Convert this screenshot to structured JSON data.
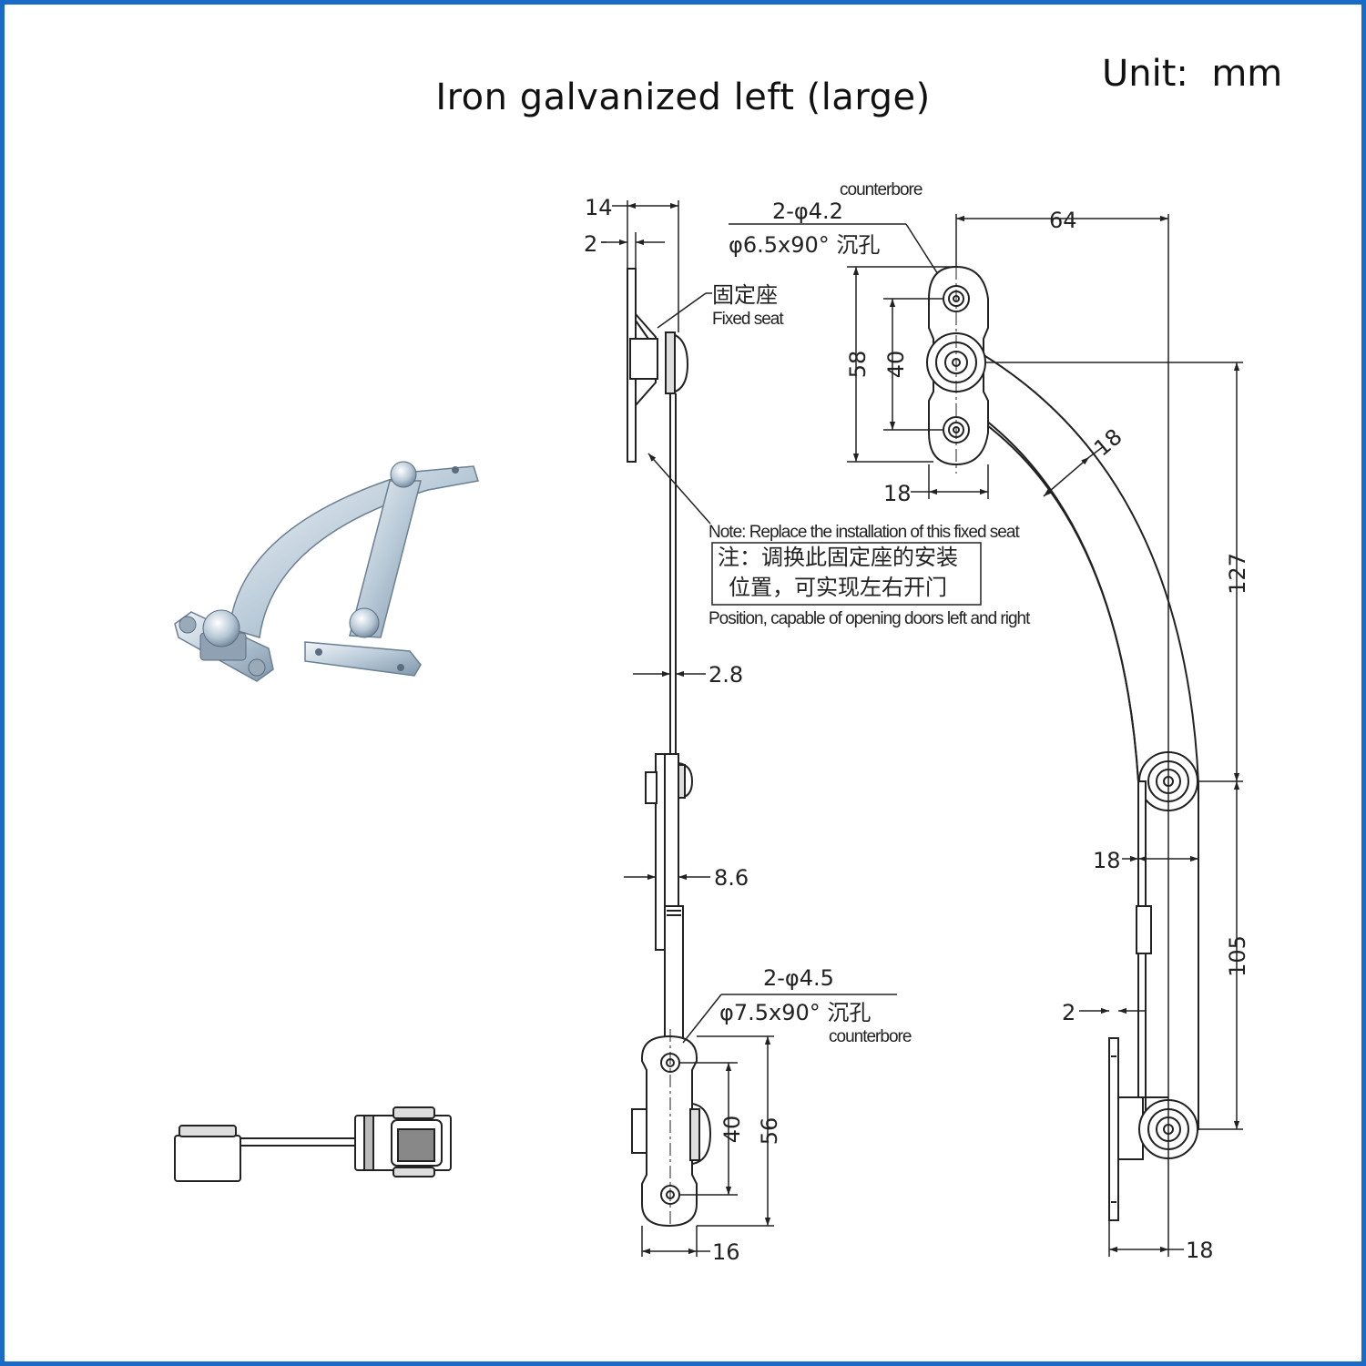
{
  "title": "Iron galvanized left (large)",
  "unit_label": "Unit:  mm",
  "colors": {
    "border": "#1a6bc7",
    "line": "#222222",
    "metal_light": "#dfe9f2",
    "metal_dark": "#7f96ab"
  },
  "top_hole": {
    "count": "2-φ4.2",
    "countersink": "φ6.5x90° 沉孔",
    "label_en": "counterbore"
  },
  "bottom_hole": {
    "count": "2-φ4.5",
    "countersink": "φ7.5x90° 沉孔",
    "label_en": "counterbore"
  },
  "fixed_seat": {
    "cn": "固定座",
    "en": "Fixed seat"
  },
  "note": {
    "en_line1": "Note: Replace the installation of this fixed seat",
    "cn_line1": "注：调换此固定座的安装",
    "cn_line2": "位置，可实现左右开门",
    "en_line2": "Position, capable of opening doors left and right"
  },
  "dims": {
    "d14": "14",
    "d2_top": "2",
    "d2_8": "2.8",
    "d8_6": "8.6",
    "d16": "16",
    "d40_bottom": "40",
    "d56": "56",
    "d64": "64",
    "d58": "58",
    "d40_top": "40",
    "d18_seat": "18",
    "d18_arm": "18",
    "d127": "127",
    "d18_mid": "18",
    "d105": "105",
    "d2_right": "2",
    "d18_bottom": "18"
  }
}
